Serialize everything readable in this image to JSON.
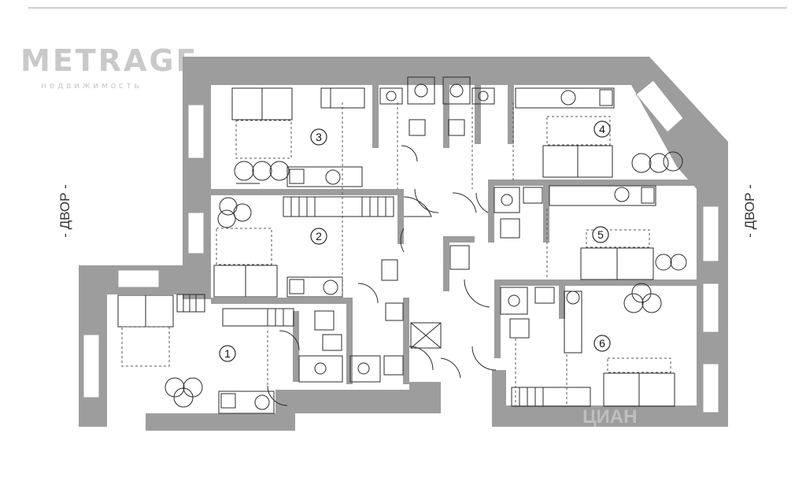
{
  "brand": {
    "name": "METRAGE",
    "tagline": "недвижимость"
  },
  "labels": {
    "left_side": "- ДВОР -",
    "right_side": "- ДВОР -"
  },
  "rooms": [
    "1",
    "2",
    "3",
    "4",
    "5",
    "6"
  ],
  "colors": {
    "wall": "#9d9d9d",
    "line": "#2b2b2b",
    "dashed": "#555555",
    "logo": "#c9c9c9",
    "window": "#ffffff"
  },
  "watermark": "ЦИАН"
}
